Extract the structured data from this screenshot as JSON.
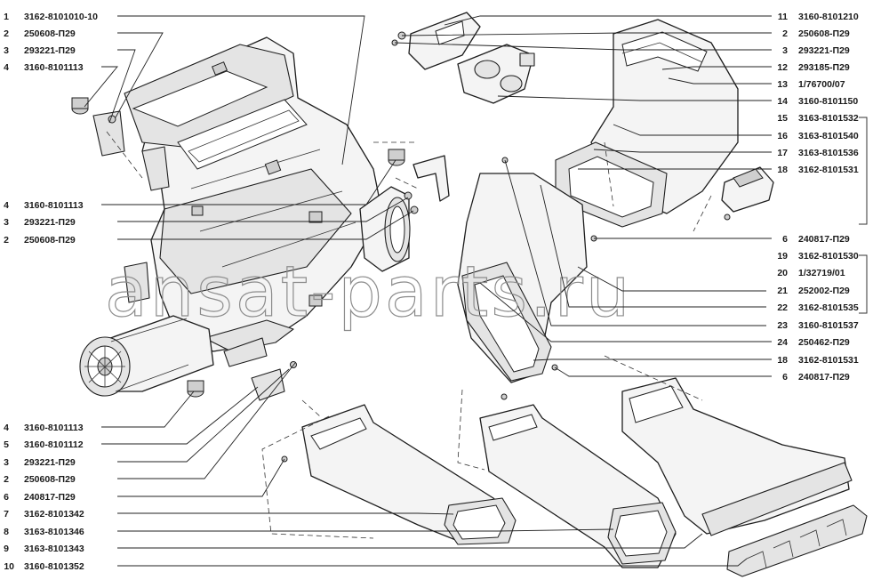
{
  "watermark": "ansat-parts.ru",
  "left_callouts": [
    {
      "num": "1",
      "code": "3162-8101010-10"
    },
    {
      "num": "2",
      "code": "250608-П29"
    },
    {
      "num": "3",
      "code": "293221-П29"
    },
    {
      "num": "4",
      "code": "3160-8101113"
    },
    {
      "num": "4",
      "code": "3160-8101113"
    },
    {
      "num": "3",
      "code": "293221-П29"
    },
    {
      "num": "2",
      "code": "250608-П29"
    },
    {
      "num": "4",
      "code": "3160-8101113"
    },
    {
      "num": "5",
      "code": "3160-8101112"
    },
    {
      "num": "3",
      "code": "293221-П29"
    },
    {
      "num": "2",
      "code": "250608-П29"
    },
    {
      "num": "6",
      "code": "240817-П29"
    },
    {
      "num": "7",
      "code": "3162-8101342"
    },
    {
      "num": "8",
      "code": "3163-8101346"
    },
    {
      "num": "9",
      "code": "3163-8101343"
    },
    {
      "num": "10",
      "code": "3160-8101352"
    }
  ],
  "right_callouts": [
    {
      "num": "11",
      "code": "3160-8101210"
    },
    {
      "num": "2",
      "code": "250608-П29"
    },
    {
      "num": "3",
      "code": "293221-П29"
    },
    {
      "num": "12",
      "code": "293185-П29"
    },
    {
      "num": "13",
      "code": "1/76700/07"
    },
    {
      "num": "14",
      "code": "3160-8101150"
    },
    {
      "num": "15",
      "code": "3163-8101532"
    },
    {
      "num": "16",
      "code": "3163-8101540"
    },
    {
      "num": "17",
      "code": "3163-8101536"
    },
    {
      "num": "18",
      "code": "3162-8101531"
    },
    {
      "num": "6",
      "code": "240817-П29"
    },
    {
      "num": "19",
      "code": "3162-8101530"
    },
    {
      "num": "20",
      "code": "1/32719/01"
    },
    {
      "num": "21",
      "code": "252002-П29"
    },
    {
      "num": "22",
      "code": "3162-8101535"
    },
    {
      "num": "23",
      "code": "3160-8101537"
    },
    {
      "num": "24",
      "code": "250462-П29"
    },
    {
      "num": "18",
      "code": "3162-8101531"
    },
    {
      "num": "6",
      "code": "240817-П29"
    }
  ]
}
